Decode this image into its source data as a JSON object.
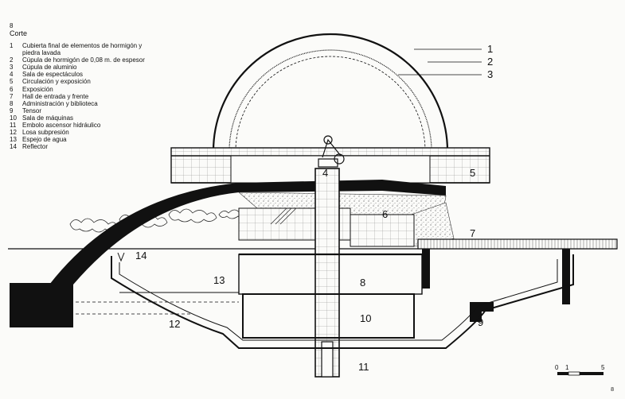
{
  "figure": {
    "number": "8",
    "title": "Corte"
  },
  "legend": [
    {
      "n": "1",
      "text": "Cubierta final de elementos de hormigón y piedra lavada"
    },
    {
      "n": "2",
      "text": "Cúpula de hormigón de 0,08 m. de espesor"
    },
    {
      "n": "3",
      "text": "Cúpula de aluminio"
    },
    {
      "n": "4",
      "text": "Sala de espectáculos"
    },
    {
      "n": "5",
      "text": "Circulación y exposición"
    },
    {
      "n": "6",
      "text": "Exposición"
    },
    {
      "n": "7",
      "text": "Hall de entrada y frente"
    },
    {
      "n": "8",
      "text": "Administración y biblioteca"
    },
    {
      "n": "9",
      "text": "Tensor"
    },
    {
      "n": "10",
      "text": "Sala de máquinas"
    },
    {
      "n": "11",
      "text": "Embolo ascensor hidráulico"
    },
    {
      "n": "12",
      "text": "Losa subpresión"
    },
    {
      "n": "13",
      "text": "Espejo de agua"
    },
    {
      "n": "14",
      "text": "Reflector"
    }
  ],
  "callouts": [
    "1",
    "2",
    "3",
    "4",
    "5",
    "6",
    "7",
    "8",
    "9",
    "10",
    "11",
    "12",
    "13",
    "14"
  ],
  "scale": {
    "zero": "0",
    "one": "1",
    "five": "5"
  },
  "corner_mark": "8",
  "colors": {
    "ink": "#111111",
    "paper": "#fbfbf9",
    "hatch": "#8a8a8a"
  }
}
